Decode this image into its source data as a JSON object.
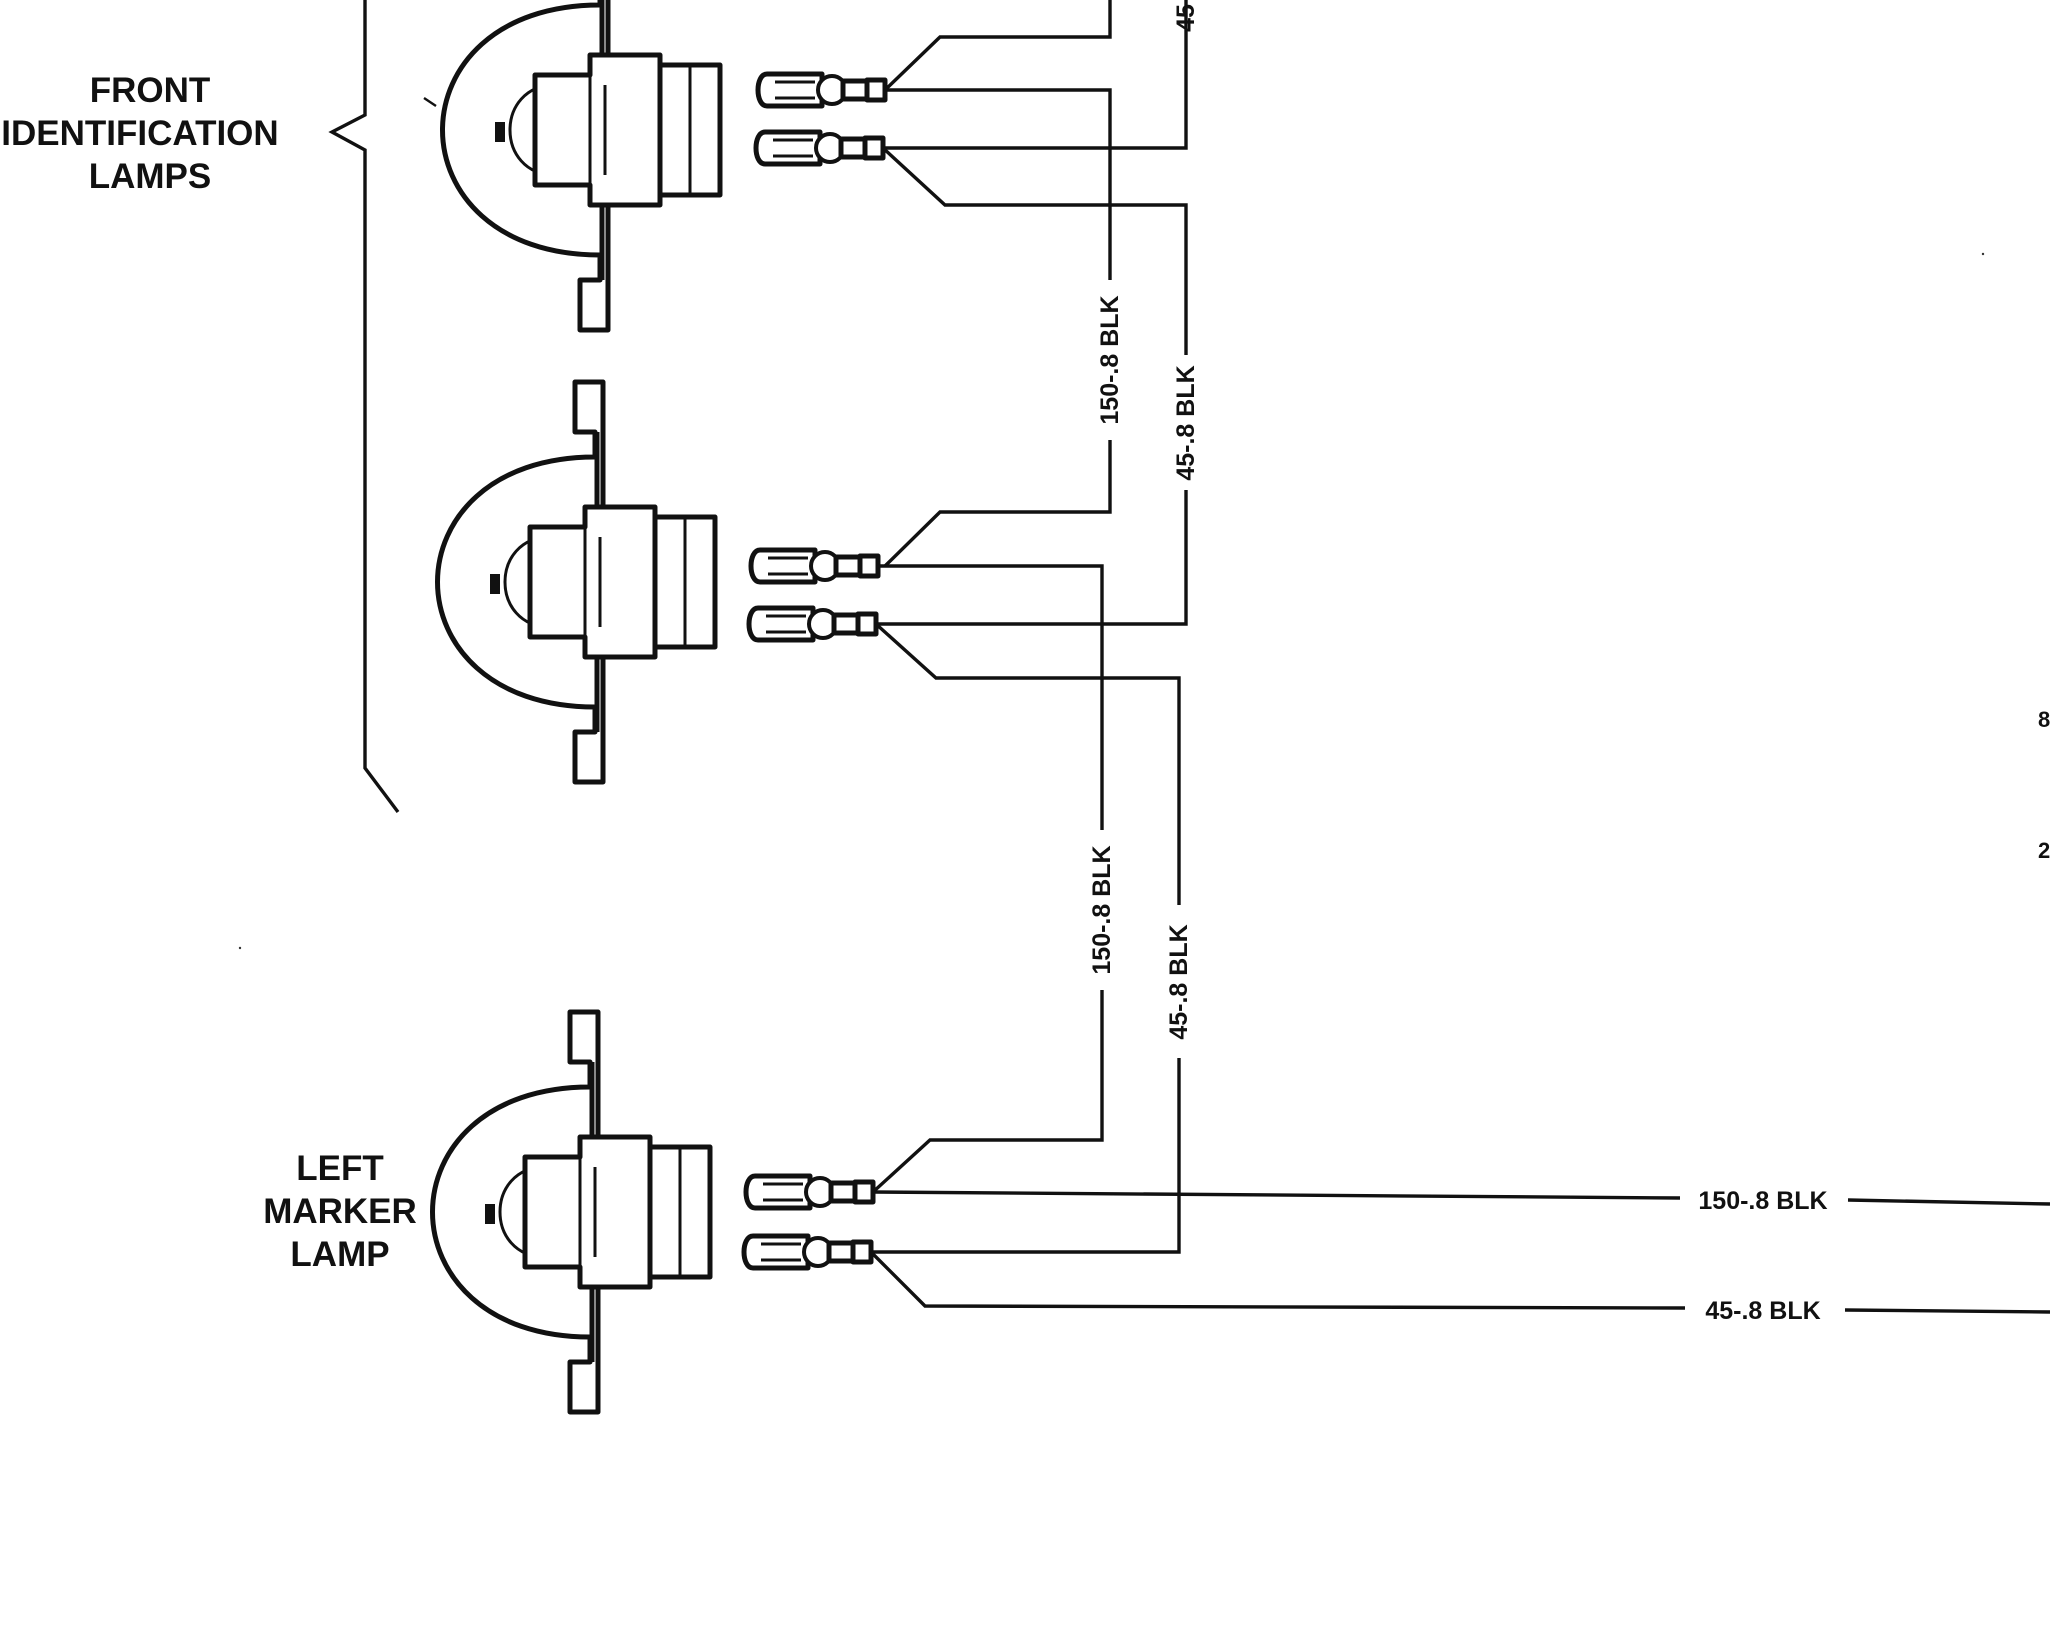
{
  "labels": {
    "front_line1": "FRONT",
    "front_line2": "IDENTIFICATION",
    "front_line3": "LAMPS",
    "left_line1": "LEFT",
    "left_line2": "MARKER",
    "left_line3": "LAMP"
  },
  "wires": {
    "top_150_vertical": "150-.8 BLK",
    "top_45_vertical": "45-.8 BLK",
    "mid_150_vertical": "150-.8 BLK",
    "mid_45_vertical": "45-.8 BLK",
    "bottom_150_horizontal": "150-.8 BLK",
    "bottom_45_horizontal": "45-.8 BLK",
    "top_right_partial": "45"
  },
  "edge_fragments": {
    "right_a": "8",
    "right_b": "2"
  },
  "colors": {
    "ink": "#111111",
    "paper": "#ffffff"
  },
  "icons": [
    "lamp-socket-icon",
    "bulb-icon",
    "terminal-connector-icon",
    "brace-icon"
  ]
}
